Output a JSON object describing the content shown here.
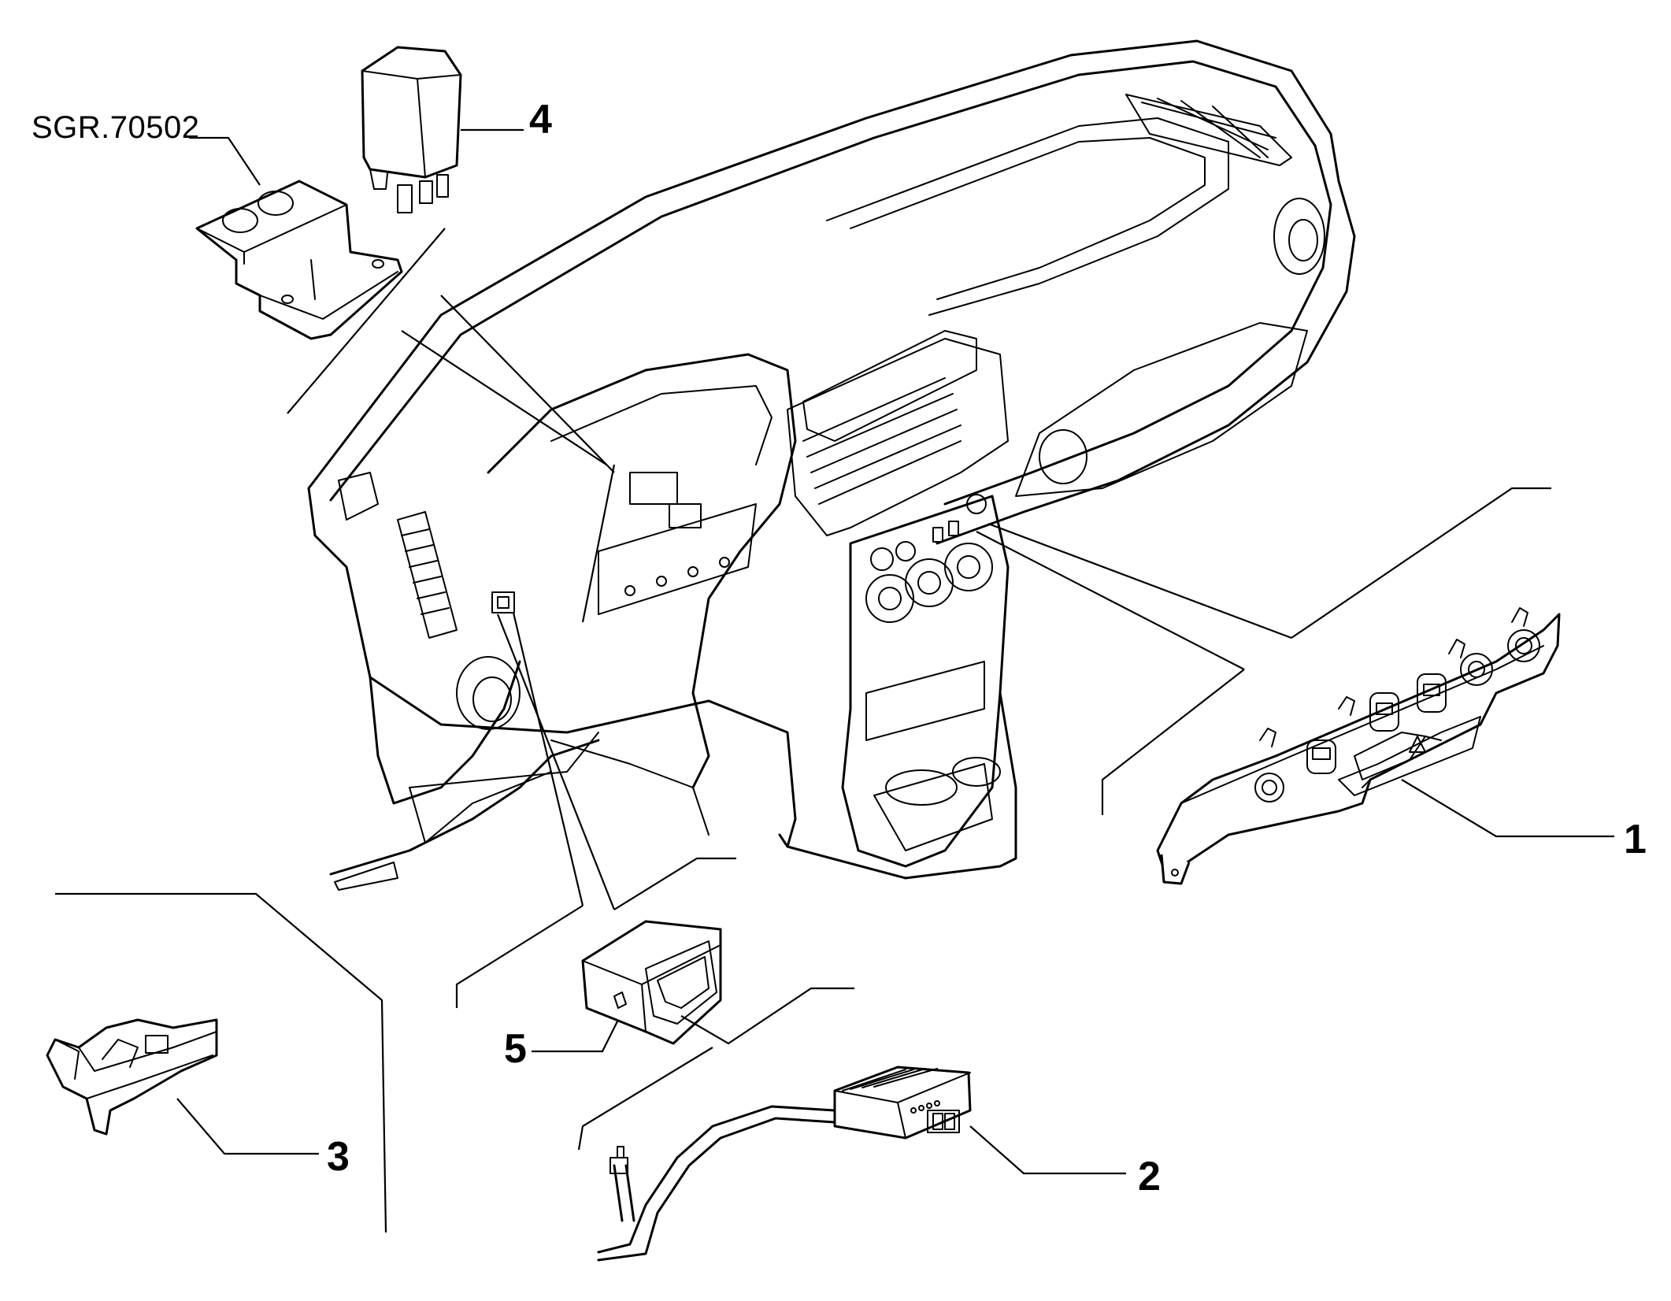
{
  "reference": {
    "label": "SGR.70502"
  },
  "callouts": [
    {
      "id": "1",
      "label": "1"
    },
    {
      "id": "2",
      "label": "2"
    },
    {
      "id": "3",
      "label": "3"
    },
    {
      "id": "4",
      "label": "4"
    },
    {
      "id": "5",
      "label": "5"
    }
  ],
  "line_color": "#000000",
  "background_color": "#ffffff"
}
